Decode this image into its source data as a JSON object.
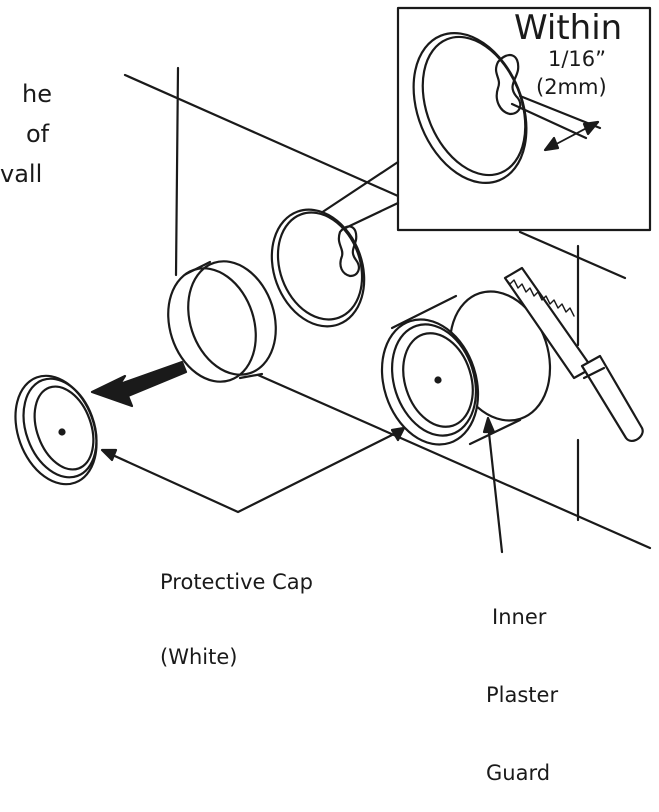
{
  "left_text": [
    "he",
    "of",
    "vall"
  ],
  "inset": {
    "heading": "Within",
    "measure": "1/16”",
    "metric": "(2mm)"
  },
  "labels": {
    "protective_cap": [
      "Protective Cap",
      "(White)"
    ],
    "inner_plaster_guard": [
      "Inner",
      "Plaster",
      "Guard"
    ]
  },
  "colors": {
    "ink": "#1a1a1a",
    "background": "#ffffff"
  }
}
